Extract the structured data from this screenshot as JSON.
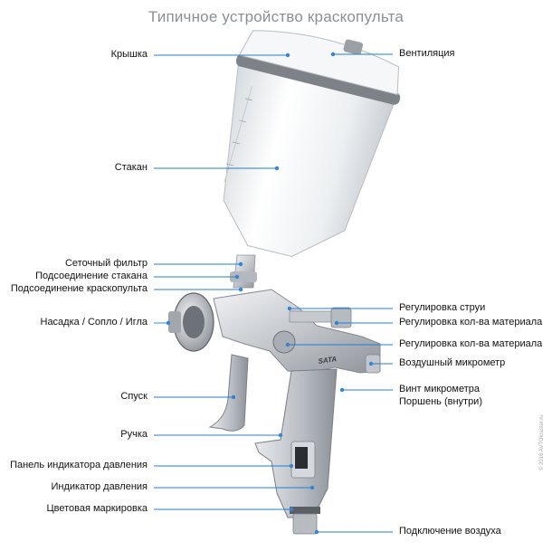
{
  "title": "Типичное устройство краскопульта",
  "watermark": "© 2016 AVTOkraster.ru",
  "colors": {
    "leader": "#1f7fd6",
    "dot": "#2d86d9",
    "body_metal": "#c9ccd1",
    "cup": "#eef1f3",
    "gasket": "#7a7e84"
  },
  "labels_left": [
    "Крышка",
    "Стакан",
    "Сеточный фильтр",
    "Подсоединение стакана",
    "Подсоединение краскопульта",
    "Насадка / Сопло / Игла",
    "Спуск",
    "Ручка",
    "Панель индикатора давления",
    "Индикатор давления",
    "Цветовая маркировка"
  ],
  "labels_right": [
    "Вентиляция",
    "Регулировка струи",
    "Регулировка кол-ва материала",
    "Регулировка кол-ва материала",
    "Воздушный микрометр",
    "Винт микрометра",
    "Поршень (внутри)",
    "Подключение воздуха"
  ],
  "brand_mark": "SATA"
}
